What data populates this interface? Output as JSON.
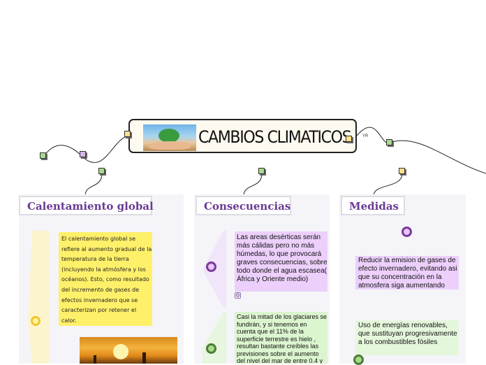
{
  "central": {
    "title": "CAMBIOS CLIMATICOS",
    "tag": "YR",
    "image_icon": "earth-in-hands-image"
  },
  "columns": [
    {
      "title": "Calentamiento global"
    },
    {
      "title": "Consecuencias"
    },
    {
      "title": "Medidas"
    }
  ],
  "calentamiento": {
    "text": "El calentamiento global se refiere al aumento gradual de la temperatura de la tierra (incluyendo la atmósfera y los océanos). Esto, como resultado del incremento de gases de efectos invernadero que se caracterizan por retener el calor.",
    "image_icon": "sunset-factory-image"
  },
  "consecuencias": {
    "item1": "Las areas desérticas serán más cálidas pero no más húmedas, lo que provocará graves consecuencias, sobre todo donde el agua escasea( África y Oriente medio)",
    "item1_icon": "gear-icon",
    "item2": "Casi la mitad de los glaciares se fundirán, y si tenemos en cuenta que el 11% de la superficie terrestre es hielo  , resultan bastante creíbles las previsiones sobre el aumento del nivel del mar de entre 0.4 y"
  },
  "medidas": {
    "item1": "Reducir la emision de gases de efecto invernadero, evitando asi que su concentración en la atmosfera siga aumentando",
    "item2": "Uso de energías renovables, que sustituyan progresivamente a los combustibles fósiles"
  },
  "colors": {
    "yellow_note": "#fff06a",
    "purple_note": "#ecd0fb",
    "green_note": "#dbf5cf",
    "title_purple": "#6a3a93"
  }
}
